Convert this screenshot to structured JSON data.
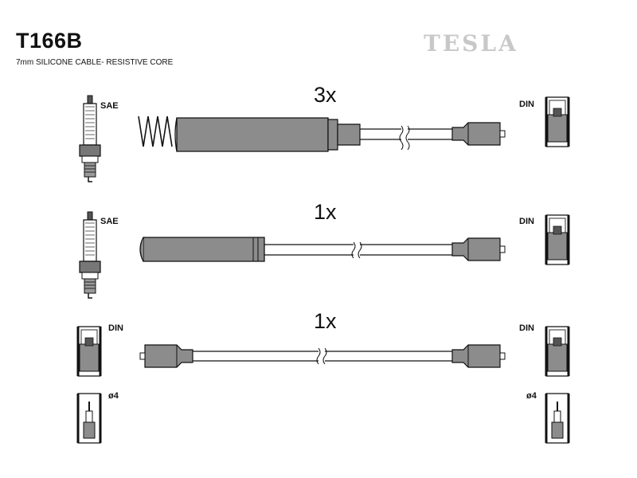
{
  "header": {
    "code": "T166B",
    "subtitle": "7mm SILICONE CABLE- RESISTIVE CORE",
    "brand": "TESLA"
  },
  "rows": [
    {
      "quantity": "3x",
      "left_label": "SAE",
      "right_label": "DIN"
    },
    {
      "quantity": "1x",
      "left_label": "SAE",
      "right_label": "DIN"
    },
    {
      "quantity": "1x",
      "left_label": "DIN",
      "right_label": "DIN"
    }
  ],
  "terminals": {
    "left_label": "ø4",
    "right_label": "ø4"
  },
  "colors": {
    "cable_fill": "#8c8c8c",
    "outline": "#1a1a1a",
    "brand": "#c8c8c8"
  }
}
